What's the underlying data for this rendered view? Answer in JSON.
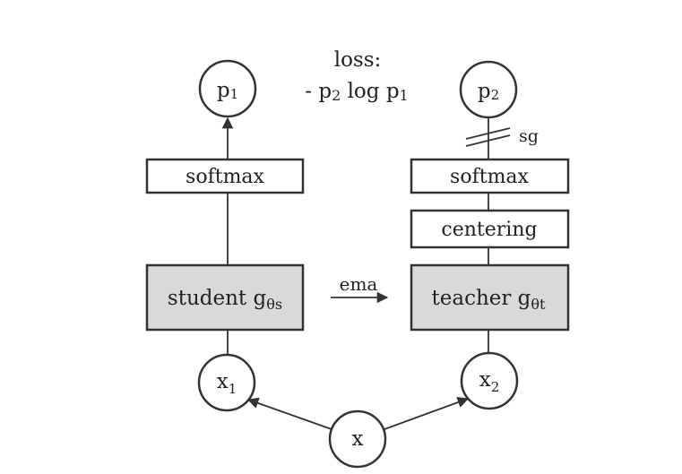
{
  "loss": {
    "label": "loss:",
    "formula": {
      "prefix": "- p",
      "sub1": "2",
      "middle": " log p",
      "sub2": "1"
    }
  },
  "student": {
    "output": {
      "base": "p",
      "sub": "1"
    },
    "softmax": "softmax",
    "network": {
      "text": "student g",
      "sub_greek": "θ",
      "sub_letter": "s"
    },
    "input": {
      "base": "x",
      "sub": "1"
    }
  },
  "teacher": {
    "output": {
      "base": "p",
      "sub": "2"
    },
    "stop_gradient": "sg",
    "softmax": "softmax",
    "centering": "centering",
    "network": {
      "text": "teacher g",
      "sub_greek": "θ",
      "sub_letter": "t"
    },
    "input": {
      "base": "x",
      "sub": "2"
    }
  },
  "ema_label": "ema",
  "source_input": "x"
}
